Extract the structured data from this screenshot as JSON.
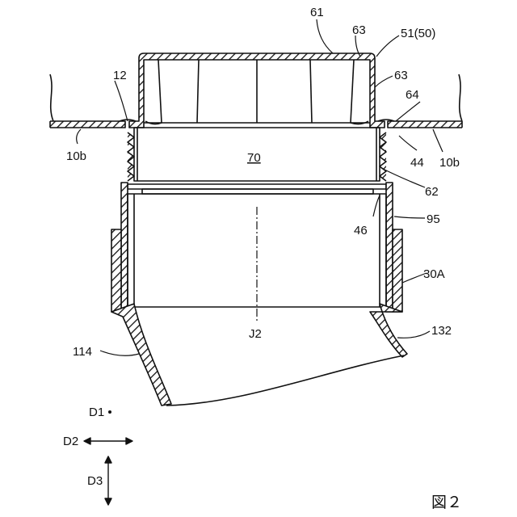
{
  "figure_label": "図２",
  "labels": {
    "l61": "61",
    "l63a": "63",
    "l51": "51(50)",
    "l63b": "63",
    "l12": "12",
    "l64": "64",
    "l10b_left": "10b",
    "l70": "70",
    "l44": "44",
    "l10b_right": "10b",
    "l62": "62",
    "l46": "46",
    "l95": "95",
    "l30A": "30A",
    "lJ2": "J2",
    "l114": "114",
    "l132": "132",
    "lD1": "D1",
    "lD2": "D2",
    "lD3": "D3"
  }
}
